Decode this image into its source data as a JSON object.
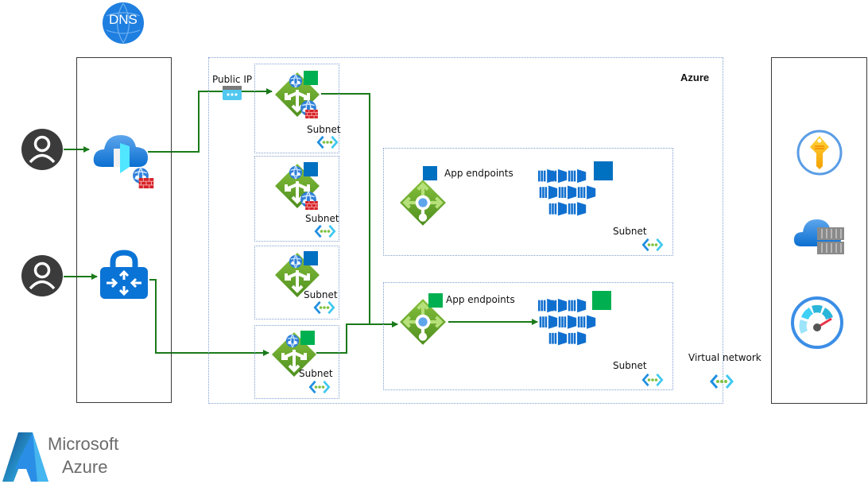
{
  "diagram": {
    "top_icon": {
      "label": "DNS",
      "icon": "dns-globe-icon"
    },
    "users": [
      {
        "icon": "user-icon",
        "target": "Front Door with WAF"
      },
      {
        "icon": "user-icon",
        "target": "VPN Gateway"
      }
    ],
    "edge_services": [
      {
        "icon": "front-door-waf-icon"
      },
      {
        "icon": "vpn-gateway-icon"
      }
    ],
    "azure_region": {
      "label": "Azure"
    },
    "public_ip": {
      "label": "Public IP",
      "icon": "public-ip-icon"
    },
    "gateway_subnets": [
      {
        "label": "Subnet",
        "gateway": "application-gateway-waf",
        "badge_color": "#00b050"
      },
      {
        "label": "Subnet",
        "gateway": "application-gateway-waf",
        "badge_color": "#0070c0"
      },
      {
        "label": "Subnet",
        "gateway": "application-gateway",
        "badge_color": "#0070c0"
      },
      {
        "label": "Subnet",
        "gateway": "application-gateway",
        "badge_color": "#00b050"
      }
    ],
    "app_subnets": [
      {
        "endpoints_label": "App endpoints",
        "subnet_label": "Subnet",
        "badge_color": "#0070c0",
        "icon": "kubernetes-cluster-icon"
      },
      {
        "endpoints_label": "App endpoints",
        "subnet_label": "Subnet",
        "badge_color": "#00b050",
        "icon": "kubernetes-cluster-icon"
      }
    ],
    "vnet": {
      "label": "Virtual network",
      "icon": "virtual-network-icon"
    },
    "shared_services": [
      {
        "icon": "key-vault-icon"
      },
      {
        "icon": "container-registry-icon"
      },
      {
        "icon": "monitor-gauge-icon"
      }
    ],
    "logo": {
      "line1": "Microsoft",
      "line2": "Azure"
    },
    "colors": {
      "wire": "#1a7a1a",
      "green_badge": "#00b050",
      "blue_badge": "#0070c0",
      "azure_blue": "#0078d4"
    }
  }
}
